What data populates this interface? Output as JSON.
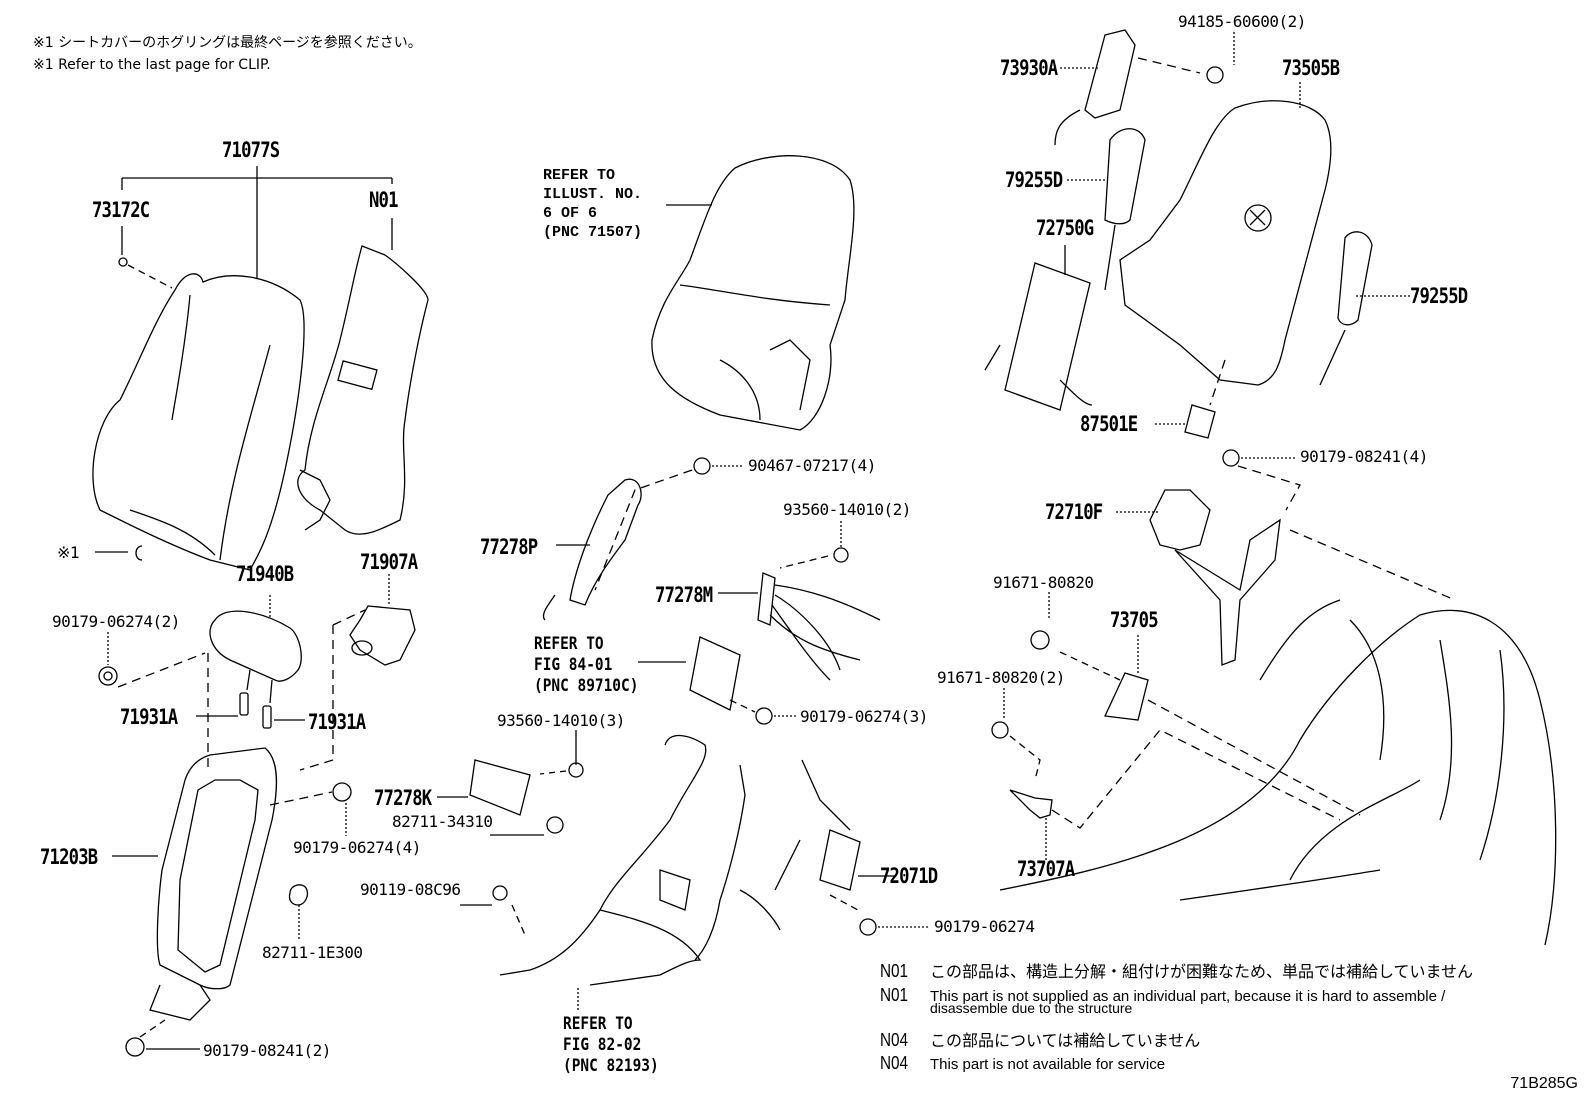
{
  "header": {
    "note_jp": "※1  シートカバーのホグリングは最終ページを参照ください。",
    "note_en": "※1  Refer to the last page for CLIP."
  },
  "callouts": {
    "p71077S": "71077S",
    "p73172C": "73172C",
    "n01_group": "N01",
    "clip_marker": "※1",
    "p71940B": "71940B",
    "p71907A": "71907A",
    "p90179_06274_2": "90179-06274(2)",
    "p71931A_left": "71931A",
    "p71931A_right": "71931A",
    "p71203B": "71203B",
    "p90179_06274_4": "90179-06274(4)",
    "p82711_1E300": "82711-1E300",
    "p90179_08241_2": "90179-08241(2)",
    "p90467_07217_4": "90467-07217(4)",
    "p77278P": "77278P",
    "p93560_14010_2": "93560-14010(2)",
    "p77278M": "77278M",
    "p90179_06274_3": "90179-06274(3)",
    "p93560_14010_3": "93560-14010(3)",
    "p77278K": "77278K",
    "p82711_34310": "82711-34310",
    "p90119_08C96": "90119-08C96",
    "p72071D": "72071D",
    "p90179_06274": "90179-06274",
    "p94185_60600_2": "94185-60600(2)",
    "p73930A": "73930A",
    "p73505B": "73505B",
    "p79255D_left": "79255D",
    "p79255D_right": "79255D",
    "p72750G": "72750G",
    "p87501E": "87501E",
    "p90179_08241_4": "90179-08241(4)",
    "p72710F": "72710F",
    "p91671_80820": "91671-80820",
    "p73705": "73705",
    "p91671_80820_2": "91671-80820(2)",
    "p73707A": "73707A"
  },
  "references": {
    "illust": "REFER TO\nILLUST. NO.\n6 OF 6\n(PNC 71507)",
    "fig84": "REFER TO\nFIG 84-01\n(PNC 89710C)",
    "fig82": "REFER TO\nFIG 82-02\n(PNC 82193)"
  },
  "notes": [
    {
      "code": "N01",
      "text": "この部品は、構造上分解・組付けが困難なため、単品では補給していません"
    },
    {
      "code": "N01",
      "text": "This part is not supplied as an individual part, because it is hard to assemble /",
      "text2": "disassemble due to the structure"
    },
    {
      "code": "N04",
      "text": "この部品については補給していません"
    },
    {
      "code": "N04",
      "text": "This part is not available for service"
    }
  ],
  "figure_id": "71B285G"
}
